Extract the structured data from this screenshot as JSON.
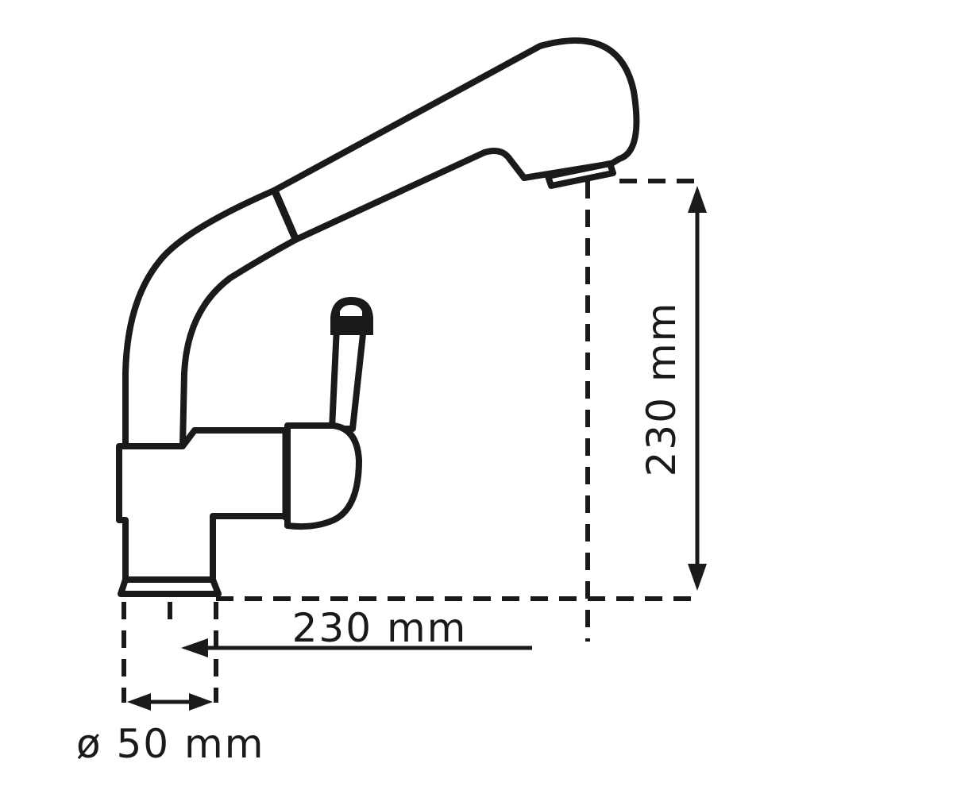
{
  "dimensions": {
    "spout_height": "230 mm",
    "spout_reach": "230 mm",
    "mount_diameter": "ø 50 mm"
  },
  "colors": {
    "ink": "#1a1a1a",
    "background": "#ffffff"
  }
}
